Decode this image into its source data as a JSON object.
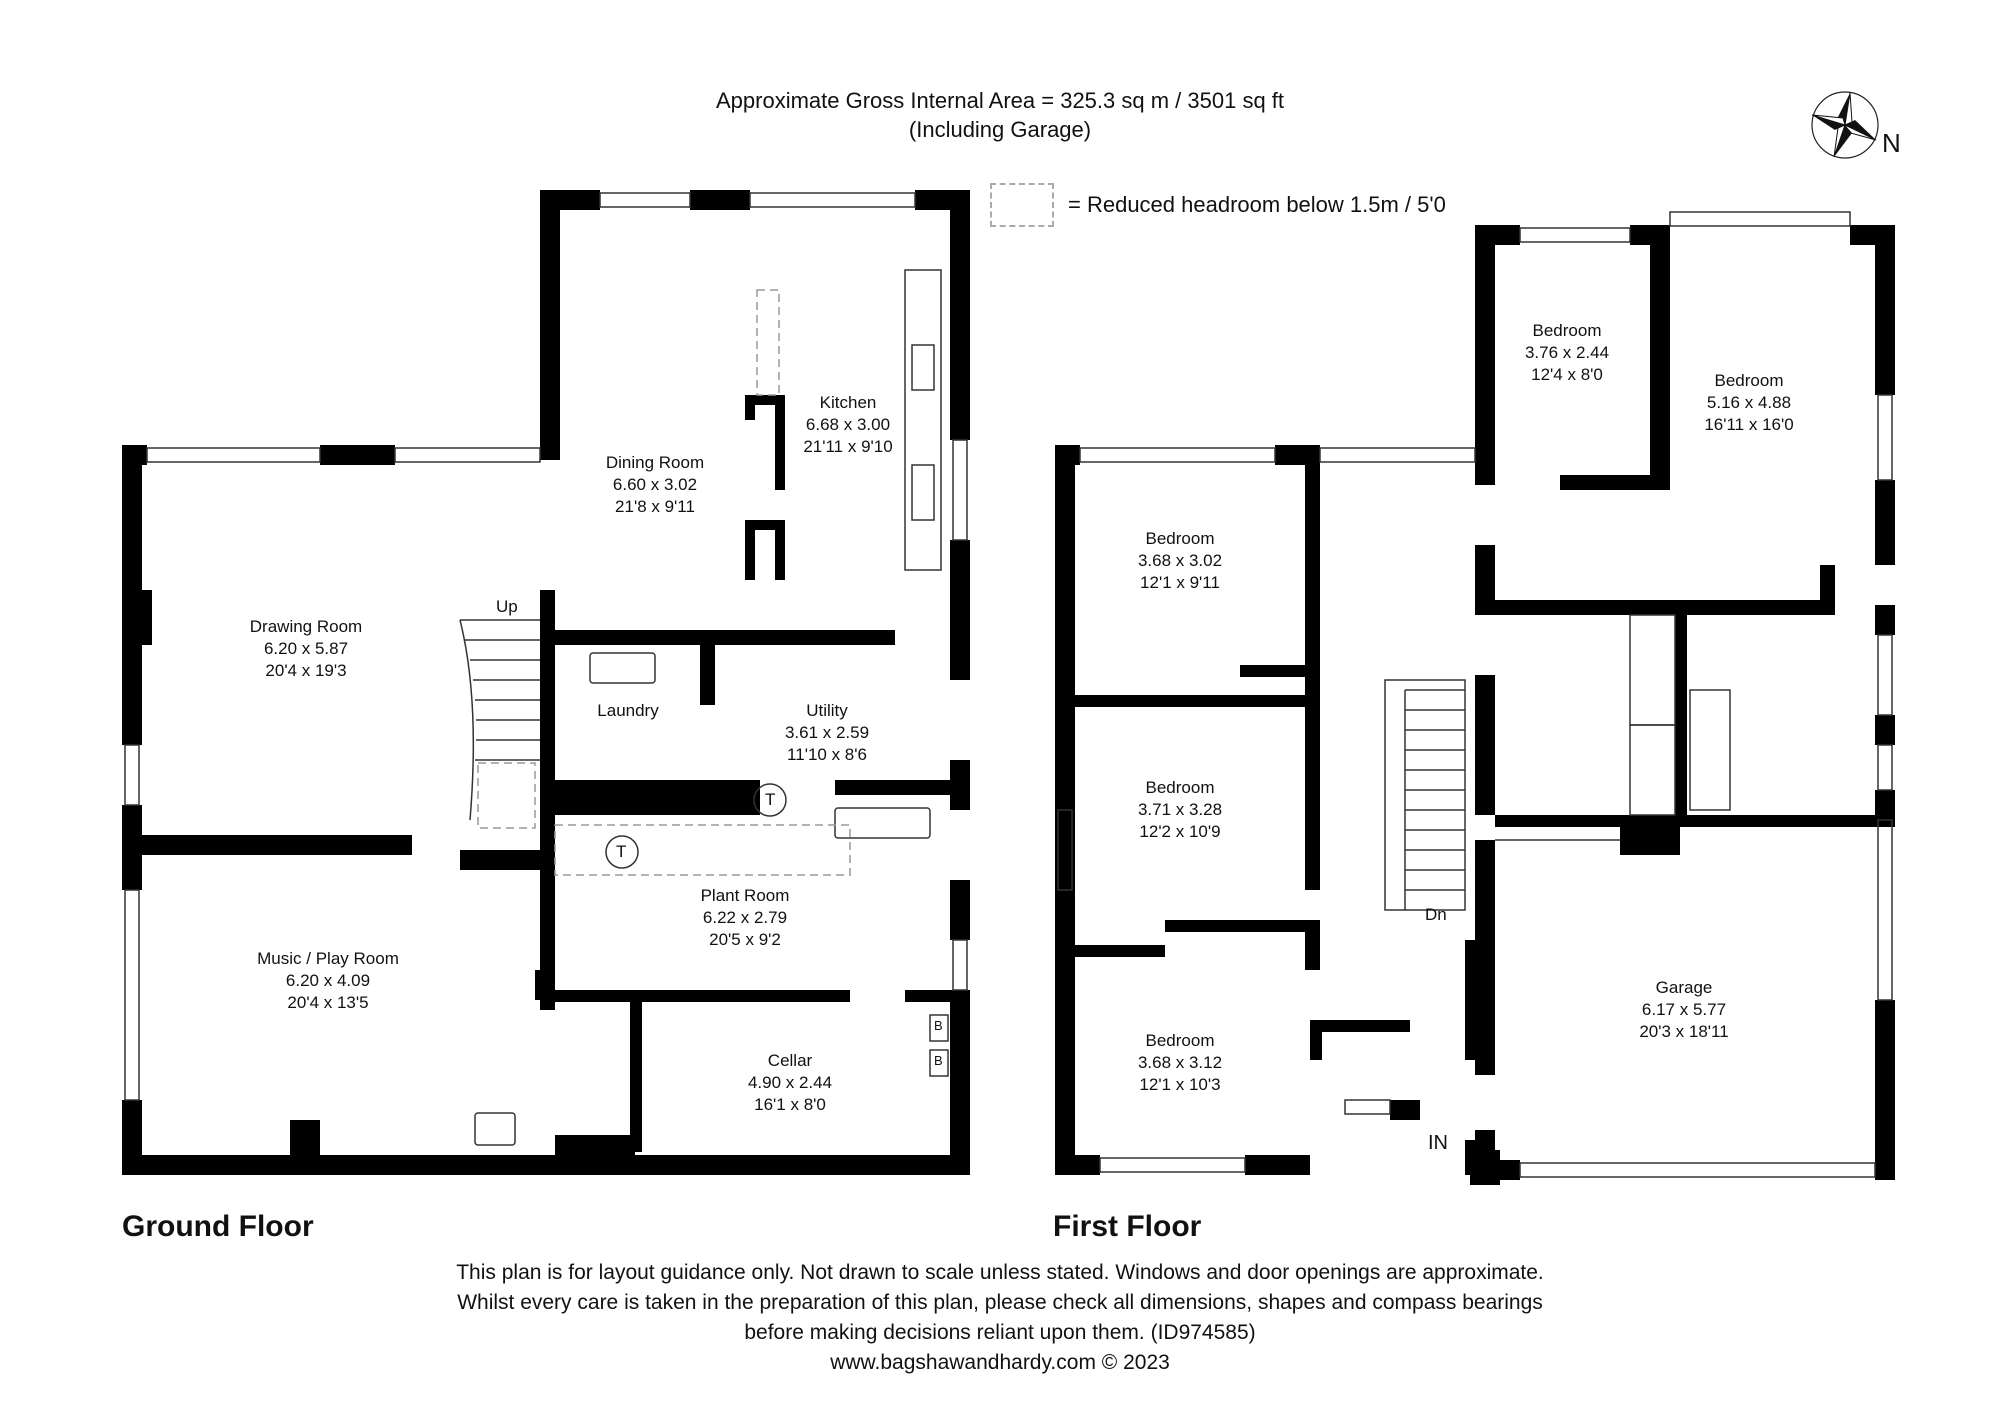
{
  "header": {
    "area_line": "Approximate Gross Internal Area = 325.3 sq m / 3501 sq ft",
    "area_note": "(Including Garage)"
  },
  "legend": {
    "icon": "dashed-box-icon",
    "text": "= Reduced headroom below 1.5m / 5'0"
  },
  "compass": {
    "icon": "compass-rose-icon",
    "label": "N"
  },
  "ground_floor": {
    "title": "Ground Floor",
    "rooms": [
      {
        "name": "Kitchen",
        "metric": "6.68 x 3.00",
        "imperial": "21'11 x 9'10"
      },
      {
        "name": "Dining Room",
        "metric": "6.60 x 3.02",
        "imperial": "21'8 x 9'11"
      },
      {
        "name": "Drawing Room",
        "metric": "6.20 x 5.87",
        "imperial": "20'4 x 19'3"
      },
      {
        "name": "Laundry",
        "metric": "",
        "imperial": ""
      },
      {
        "name": "Utility",
        "metric": "3.61 x 2.59",
        "imperial": "11'10 x 8'6"
      },
      {
        "name": "Plant Room",
        "metric": "6.22 x 2.79",
        "imperial": "20'5 x 9'2"
      },
      {
        "name": "Music / Play Room",
        "metric": "6.20 x 4.09",
        "imperial": "20'4 x 13'5"
      },
      {
        "name": "Cellar",
        "metric": "4.90 x 2.44",
        "imperial": "16'1 x 8'0"
      }
    ],
    "labels": {
      "stairs": "Up",
      "tank": "T",
      "boiler": "B"
    }
  },
  "first_floor": {
    "title": "First Floor",
    "rooms": [
      {
        "name": "Bedroom",
        "metric": "3.76 x 2.44",
        "imperial": "12'4 x 8'0"
      },
      {
        "name": "Bedroom",
        "metric": "5.16 x 4.88",
        "imperial": "16'11 x 16'0"
      },
      {
        "name": "Bedroom",
        "metric": "3.68 x 3.02",
        "imperial": "12'1 x 9'11"
      },
      {
        "name": "Bedroom",
        "metric": "3.71 x 3.28",
        "imperial": "12'2 x 10'9"
      },
      {
        "name": "Bedroom",
        "metric": "3.68 x 3.12",
        "imperial": "12'1 x 10'3"
      },
      {
        "name": "Garage",
        "metric": "6.17 x 5.77",
        "imperial": "20'3 x 18'11"
      }
    ],
    "labels": {
      "stairs": "Dn",
      "entrance": "IN"
    }
  },
  "disclaimer": {
    "line1": "This plan is for layout guidance only. Not drawn to scale unless stated. Windows and door openings are approximate.",
    "line2": "Whilst every care is taken in the preparation of this plan, please check all dimensions, shapes and compass bearings",
    "line3": "before making decisions reliant upon them. (ID974585)",
    "line4": "www.bagshawandhardy.com © 2023"
  }
}
